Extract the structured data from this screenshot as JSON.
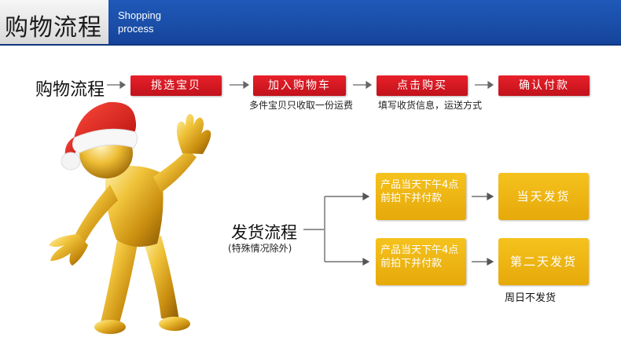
{
  "header": {
    "title": "购物流程",
    "subtitle_line1": "Shopping",
    "subtitle_line2": "process"
  },
  "shopping": {
    "title": "购物流程",
    "steps": [
      {
        "label": "挑选宝贝",
        "note": ""
      },
      {
        "label": "加入购物车",
        "note": "多件宝贝只收取一份运费"
      },
      {
        "label": "点击购买",
        "note": "填写收货信息，运送方式"
      },
      {
        "label": "确认付款",
        "note": ""
      }
    ]
  },
  "shipping": {
    "title": "发货流程",
    "subtitle": "(特殊情况除外)",
    "branch_top": {
      "condition_line1": "产品当天下午4点",
      "condition_line2": "前拍下并付款",
      "result": "当天发货"
    },
    "branch_bottom": {
      "condition_line1": "产品当天下午4点",
      "condition_line2": "前拍下并付款",
      "result": "第二天发货",
      "note": "周日不发货"
    }
  },
  "colors": {
    "banner_blue": "#1a4fa9",
    "step_red": "#d4161f",
    "box_yellow": "#eeb515"
  }
}
